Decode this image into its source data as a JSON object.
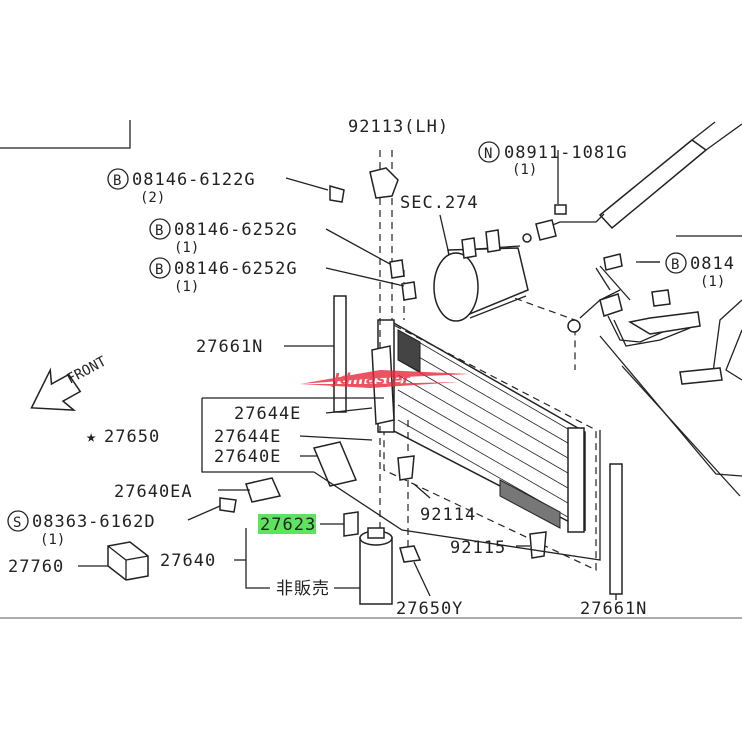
{
  "labels": {
    "top_cut": "92113(LH)",
    "b1": "08146-6122G",
    "b1q": "(2)",
    "b2": "08146-6252G",
    "b2q": "(1)",
    "b3": "08146-6252G",
    "b3q": "(1)",
    "n1": "08911-1081G",
    "n1q": "(1)",
    "sec": "SEC.274",
    "b4": "0814",
    "b4q": "(1)",
    "p27661n_left": "27661N",
    "front": "FRONT",
    "p27644e_1": "27644E",
    "p27650": "27650",
    "p27644e_2": "27644E",
    "p27640e": "27640E",
    "p27640ea": "27640EA",
    "s1": "08363-6162D",
    "s1q": "(1)",
    "highlight": "27623",
    "p27640": "27640",
    "p27760": "27760",
    "hanbai": "非販売",
    "p92114": "92114",
    "p92115": "92115",
    "p27650y": "27650Y",
    "p27661n_right": "27661N",
    "circle_b": "B",
    "circle_n": "N",
    "circle_s": "S",
    "star": "★",
    "watermark": "Jdmaster"
  },
  "colors": {
    "highlight": "#5ee35e",
    "watermark": "#e8283c",
    "ink": "#222222"
  }
}
